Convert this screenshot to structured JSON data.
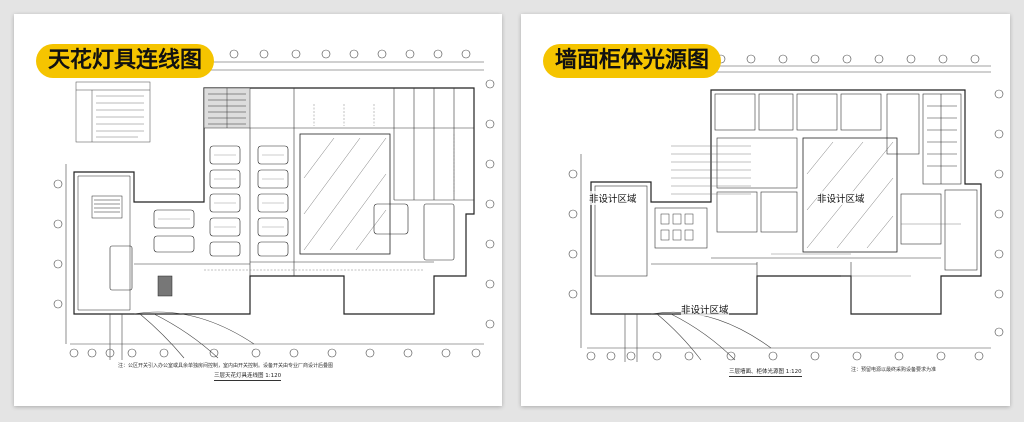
{
  "panels": [
    {
      "label": "天花灯具连线图",
      "plan_title": "三层天花灯具连线图  1:120",
      "note": "注：公区开关引入办公室或具余单独房间控制，室内由开关控制。设备开关由专业厂商设计后叠图"
    },
    {
      "label": "墙面柜体光源图",
      "plan_title": "三层墙面、柜体光源图  1:120",
      "note": "注：预留电源以最终采购设备要求为准",
      "zones": [
        "非设计区域",
        "非设计区域",
        "非设计区域"
      ]
    }
  ],
  "colors": {
    "background": "#e4e4e4",
    "sheet": "#ffffff",
    "tag": "#f5c400",
    "line": "#333333"
  }
}
